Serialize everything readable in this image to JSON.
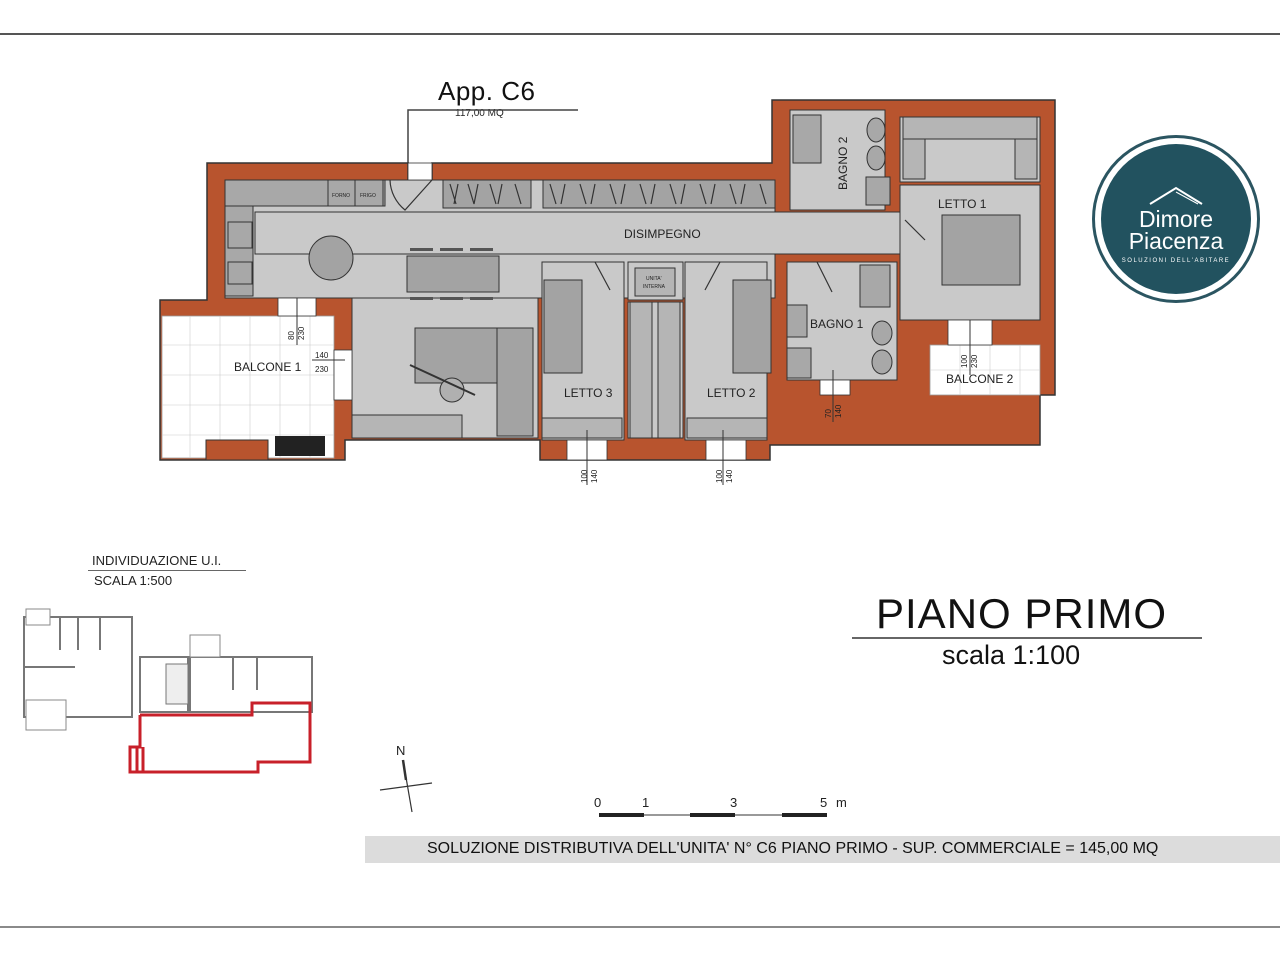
{
  "unit": {
    "name": "App. C6",
    "area": "117,00 MQ"
  },
  "logo": {
    "line1": "Dimore",
    "line2": "Piacenza",
    "tagline": "SOLUZIONI DELL'ABITARE",
    "color": "#22525f"
  },
  "rooms": {
    "disimpegno": "DISIMPEGNO",
    "letto1": "LETTO 1",
    "letto2": "LETTO 2",
    "letto3": "LETTO 3",
    "bagno1": "BAGNO 1",
    "bagno2": "BAGNO 2",
    "balcone1": "BALCONE 1",
    "balcone2": "BALCONE 2",
    "unita_interna": [
      "UNITA'",
      "INTERNA"
    ],
    "forno": "FORNO",
    "frigo": "FRIGO"
  },
  "dimensions": {
    "kitchen_window": [
      "80",
      "230"
    ],
    "balcone1_door": [
      "140",
      "230"
    ],
    "letto3_window": [
      "100",
      "140"
    ],
    "letto2_window": [
      "100",
      "140"
    ],
    "bagno1_window": [
      "70",
      "140"
    ],
    "balcone2_door": [
      "100",
      "230"
    ]
  },
  "plan_title": {
    "main": "PIANO PRIMO",
    "scale": "scala 1:100"
  },
  "location": {
    "title": "INDIVIDUAZIONE U.I.",
    "scale": "SCALA 1:500"
  },
  "north": "N",
  "scale_bar": {
    "labels": [
      "0",
      "1",
      "3",
      "5"
    ],
    "unit": "m"
  },
  "footer": "SOLUZIONE  DISTRIBUTIVA  DELL'UNITA' N° C6 PIANO PRIMO - SUP. COMMERCIALE = 145,00 MQ",
  "colors": {
    "wall": "#b8542e",
    "floor": "#c9c9c9",
    "furniture": "#a3a3a3",
    "outline": "#333333"
  }
}
